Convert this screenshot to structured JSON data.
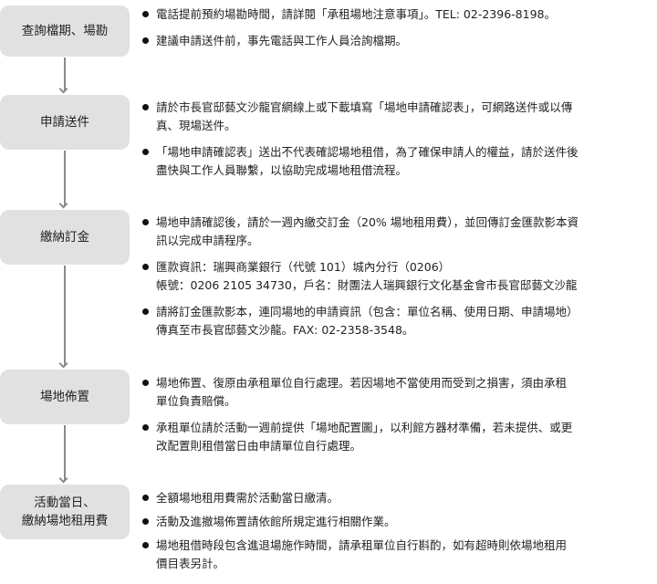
{
  "steps": [
    {
      "label": "查詢檔期、場勘",
      "bullets": [
        "電話提前預約場勘時間，請詳閱「承租場地注意事項」。TEL: 02-2396-8198。",
        "建議申請送件前，事先電話與工作人員洽詢檔期。"
      ]
    },
    {
      "label": "申請送件",
      "bullets": [
        "請於市長官邸藝文沙龍官網線上或下載填寫「場地申請確認表」，可網路送件或以傳\n真、現場送件。",
        "「場地申請確認表」送出不代表確認場地租借，為了確保申請人的權益，請於送件後\n盡快與工作人員聯繫，以協助完成場地租借流程。"
      ]
    },
    {
      "label": "繳納訂金",
      "bullets": [
        "場地申請確認後，請於一週內繳交訂金（20% 場地租用費），並回傳訂金匯款影本資\n訊以完成申請程序。",
        "匯款資訊：瑞興商業銀行（代號 101）城內分行（0206）\n帳號：0206 2105 34730，戶名：財團法人瑞興銀行文化基金會市長官邸藝文沙龍",
        "請將訂金匯款影本，連同場地的申請資訊（包含：單位名稱、使用日期、申請場地）\n傳真至市長官邸藝文沙龍。FAX: 02-2358-3548。"
      ]
    },
    {
      "label": "場地佈置",
      "bullets": [
        "場地佈置、復原由承租單位自行處理。若因場地不當使用而受到之損害，須由承租\n單位負責賠償。",
        "承租單位請於活動一週前提供「場地配置圖」，以利館方器材準備，若未提供、或更\n改配置則租借當日由申請單位自行處理。"
      ]
    },
    {
      "label": "活動當日、\n繳納場地租用費",
      "bullets": [
        "全額場地租用費需於活動當日繳清。",
        "活動及進撤場佈置請依館所規定進行相關作業。",
        "場地租借時段包含進退場施作時間，請承租單位自行斟酌，如有超時則依場地租用\n價目表另計。"
      ]
    }
  ]
}
